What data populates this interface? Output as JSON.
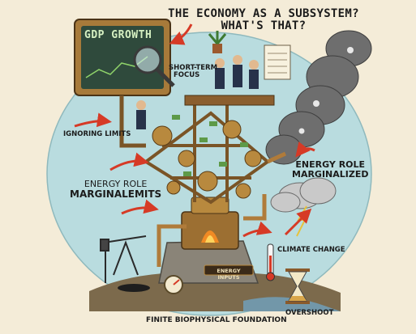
{
  "header": {
    "title_line1": "THE ECONOMY AS A SUBSYSTEM?",
    "title_line2": "WHAT'S THAT?"
  },
  "monitor": {
    "screen_text": "GDP GROWTH"
  },
  "labels": {
    "short_term_line1": "SHORT-TERM",
    "short_term_line2": "FOCUS",
    "ignoring_limits": "IGNORING LIMITS",
    "energy_right_line1": "ENERGY ROLE",
    "energy_right_line2": "MARGINALIZED",
    "energy_left_line1": "ENERGY ROLE",
    "energy_left_line2": "MARGINALEMITS",
    "climate_change": "CLIMATE CHANGE",
    "energy_inputs": "ENERGY INPUTS",
    "overshoot": "OVERSHOOT",
    "foundation": "FINITE BIOPHYSICAL FOUNDATION"
  },
  "colors": {
    "paper": "#f4ecd8",
    "globe": "#b9dcdf",
    "brass": "#b8893e",
    "smoke": "#6e6e6e",
    "arrow": "#d63a26",
    "screen": "#2f4a3c",
    "rock": "#8a8478"
  }
}
